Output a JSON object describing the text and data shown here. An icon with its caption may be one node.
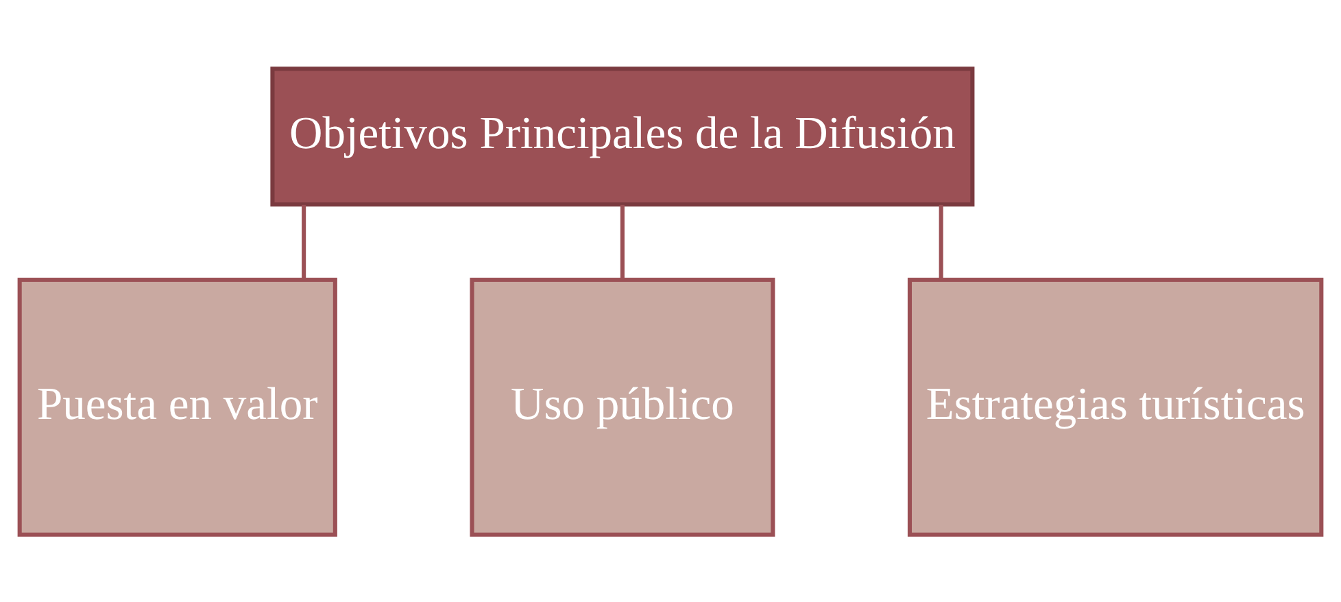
{
  "diagram": {
    "nodes": [
      {
        "text": [
          "Objetivos Principales de la Difusión"
        ]
      },
      {
        "text": [
          "Puesta en valor"
        ]
      },
      {
        "text": [
          "Uso público"
        ]
      },
      {
        "text": [
          "Estrategias turísticas"
        ]
      }
    ],
    "edges": [
      {
        "from": 0,
        "to": 1,
        "arrow": "none"
      },
      {
        "from": 0,
        "to": 2,
        "arrow": "none"
      },
      {
        "from": 0,
        "to": 3,
        "arrow": "none"
      }
    ]
  }
}
